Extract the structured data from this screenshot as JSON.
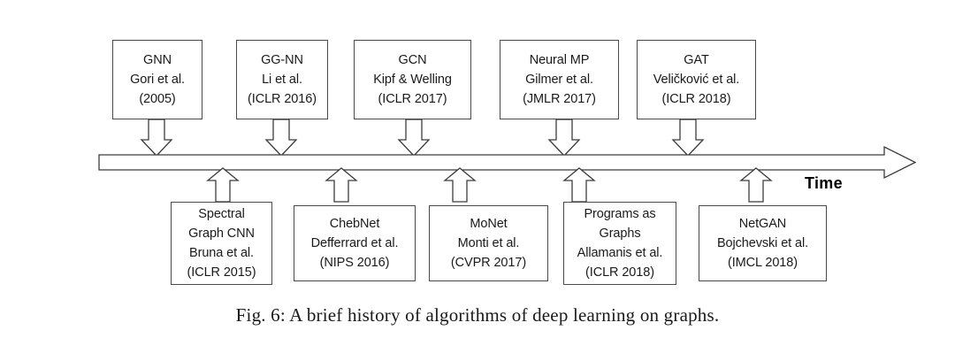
{
  "figure": {
    "caption": "Fig. 6: A brief history of algorithms of deep learning on graphs.",
    "axis_label": "Time",
    "axis_direction": "left-to-right",
    "colors": {
      "box_border": "#4a4a4a",
      "arrow_stroke": "#3c3c3c",
      "text": "#1a1a1a",
      "background": "#ffffff"
    }
  },
  "top_nodes": [
    {
      "name": "GNN",
      "authors": "Gori et al.",
      "venue": "(2005)",
      "lines": [
        "GNN",
        "Gori et al.",
        "(2005)"
      ]
    },
    {
      "name": "GG-NN",
      "authors": "Li et al.",
      "venue": "(ICLR 2016)",
      "lines": [
        "GG-NN",
        "Li et al.",
        "(ICLR 2016)"
      ]
    },
    {
      "name": "GCN",
      "authors": "Kipf & Welling",
      "venue": "(ICLR 2017)",
      "lines": [
        "GCN",
        "Kipf & Welling",
        "(ICLR 2017)"
      ]
    },
    {
      "name": "Neural MP",
      "authors": "Gilmer et al.",
      "venue": "(JMLR 2017)",
      "lines": [
        "Neural MP",
        "Gilmer et al.",
        "(JMLR 2017)"
      ]
    },
    {
      "name": "GAT",
      "authors": "Veličković et al.",
      "venue": "(ICLR 2018)",
      "lines": [
        "GAT",
        "Veličković et al.",
        "(ICLR 2018)"
      ]
    }
  ],
  "bottom_nodes": [
    {
      "name": "Spectral Graph CNN",
      "authors": "Bruna et al.",
      "venue": "(ICLR 2015)",
      "lines": [
        "Spectral",
        "Graph CNN",
        "Bruna et al.",
        "(ICLR 2015)"
      ]
    },
    {
      "name": "ChebNet",
      "authors": "Defferrard et al.",
      "venue": "(NIPS 2016)",
      "lines": [
        "ChebNet",
        "Defferrard et al.",
        "(NIPS 2016)"
      ]
    },
    {
      "name": "MoNet",
      "authors": "Monti et al.",
      "venue": "(CVPR 2017)",
      "lines": [
        "MoNet",
        "Monti et al.",
        "(CVPR 2017)"
      ]
    },
    {
      "name": "Programs as Graphs",
      "authors": "Allamanis et al.",
      "venue": "(ICLR 2018)",
      "lines": [
        "Programs as",
        "Graphs",
        "Allamanis et al.",
        "(ICLR 2018)"
      ]
    },
    {
      "name": "NetGAN",
      "authors": "Bojchevski et al.",
      "venue": "(IMCL 2018)",
      "lines": [
        "NetGAN",
        "Bojchevski et al.",
        "(IMCL 2018)"
      ]
    }
  ]
}
